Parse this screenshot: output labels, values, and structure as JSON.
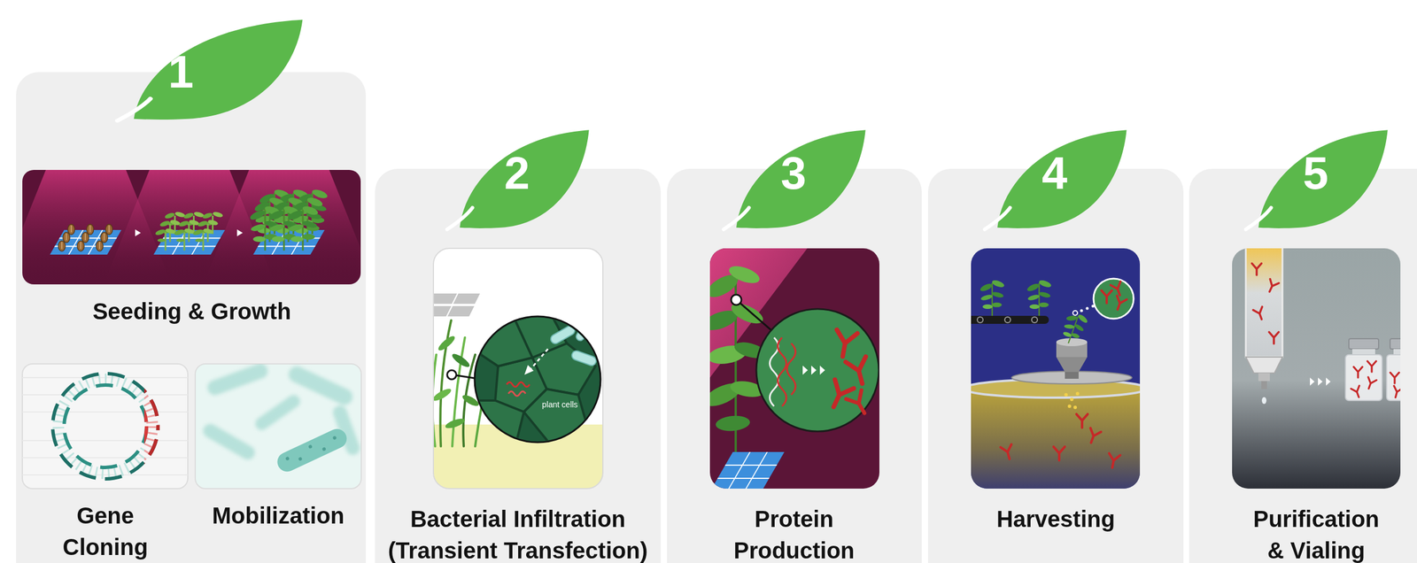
{
  "diagram": {
    "nodes": [
      {
        "text": [
          "1"
        ]
      },
      {
        "text": [
          "Seeding & Growth"
        ],
        "in": 0
      },
      {
        "text": [
          "Gene Cloning"
        ],
        "in": 0
      },
      {
        "text": [
          "Mobilization"
        ],
        "in": 0
      },
      {
        "text": [
          "2"
        ]
      },
      {
        "text": [
          "Bacterial Infiltration (Transient Transfection)"
        ],
        "in": 4
      },
      {
        "text": [
          "3"
        ]
      },
      {
        "text": [
          "Protein Production"
        ],
        "in": 6
      },
      {
        "text": [
          "4"
        ]
      },
      {
        "text": [
          "Harvesting"
        ],
        "in": 8
      },
      {
        "text": [
          "5"
        ]
      },
      {
        "text": [
          "Purification & Vialing"
        ],
        "in": 10
      }
    ],
    "labels": [
      "plant cells"
    ]
  }
}
